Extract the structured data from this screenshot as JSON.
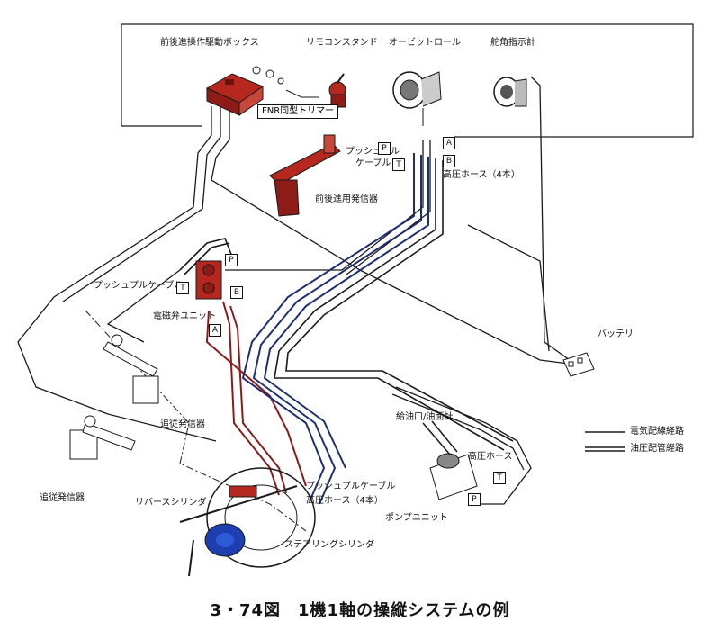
{
  "labels": {
    "control_box": "前後進操作駆動ボックス",
    "remote_stand": "リモコンスタンド",
    "orbit_roll": "オービットロール",
    "rudder_indicator": "舵角指示計",
    "fnr_trimmer": "FNR同型トリマー",
    "push_pull_cable_top_1": "プッシュプル",
    "push_pull_cable_top_2": "ケーブル",
    "hp_hose_top": "高圧ホース（4本）",
    "fwd_rev_transmitter": "前後進用発信器",
    "push_pull_cable_mid": "プッシュプルケーブル",
    "solenoid_valve_unit": "電磁弁ユニット",
    "battery": "バッテリ",
    "follow_transmitter_1": "追従発信器",
    "follow_transmitter_2": "追従発信器",
    "oil_port": "給油口/油面計",
    "hp_hose_pump": "高圧ホース",
    "pump_unit": "ポンプユニット",
    "push_pull_cable_bottom": "プッシュプルケーブル",
    "hp_hose_bottom": "高圧ホース（4本）",
    "reverse_cylinder": "リバースシリンダ",
    "steering_cylinder": "ステアリングシリンダ"
  },
  "ports": {
    "p": "P",
    "t": "T",
    "a": "A",
    "b": "B"
  },
  "legend": {
    "electric": "電気配線経路",
    "hydraulic": "油圧配管経路"
  },
  "caption": "3・74図　1機1軸の操縦システムの例",
  "colors": {
    "line": "#1a1a1a",
    "hydraulic_red": "#8b1a1a",
    "hydraulic_blue": "#1e2f6e",
    "component_red": "#b5271f",
    "cylinder_blue": "#1f3fb0"
  }
}
